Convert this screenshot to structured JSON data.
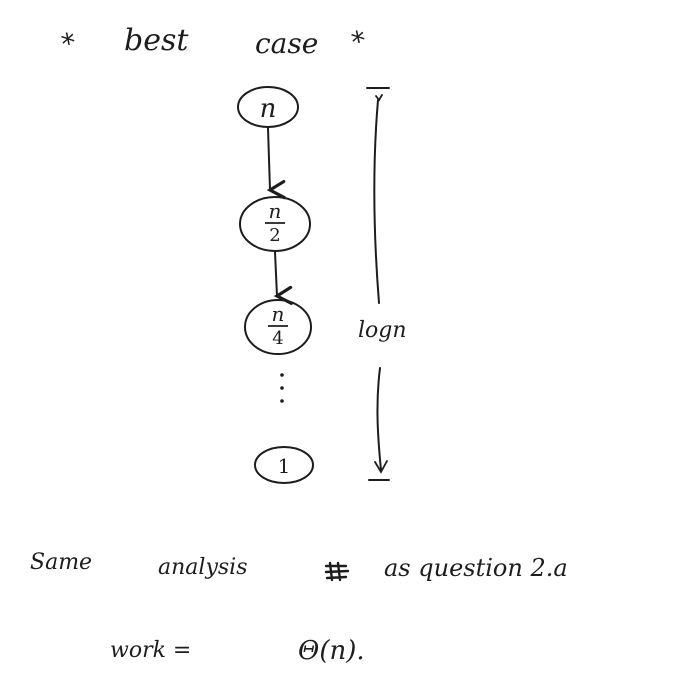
{
  "heading": {
    "left_mark": "*",
    "text_best": "best",
    "text_case": "case",
    "right_mark": "*"
  },
  "tree": {
    "nodes": [
      {
        "numerator": "n",
        "denominator": ""
      },
      {
        "numerator": "n",
        "denominator": "2"
      },
      {
        "numerator": "n",
        "denominator": "4"
      },
      {
        "numerator": "1",
        "denominator": ""
      }
    ],
    "ellipsis": "⋮"
  },
  "height_label": "logn",
  "notes": {
    "line1_same": "Same",
    "line1_analysis": "analysis",
    "line1_rest": "as question 2.a",
    "line2_work": "work =",
    "line2_result": "Θ(n)."
  },
  "colors": {
    "ink": "#1d1d1d",
    "paper": "#ffffff"
  }
}
